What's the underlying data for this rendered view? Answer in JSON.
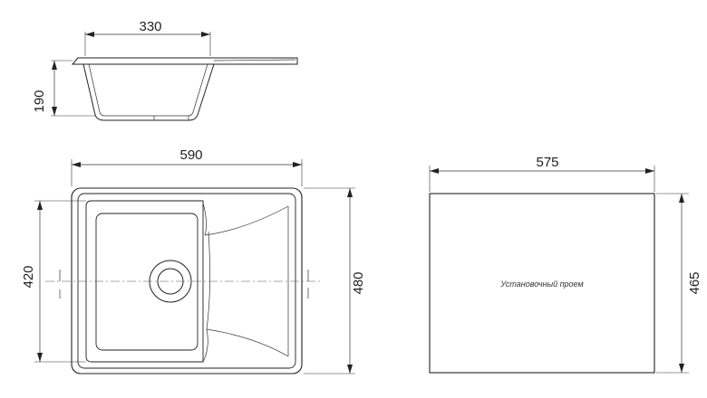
{
  "dimensions": {
    "side_width": "330",
    "side_height": "190",
    "top_width": "590",
    "inner_height": "420",
    "outer_height": "480",
    "cutout_width": "575",
    "cutout_height": "465"
  },
  "cutout_label": "Установочный проем"
}
